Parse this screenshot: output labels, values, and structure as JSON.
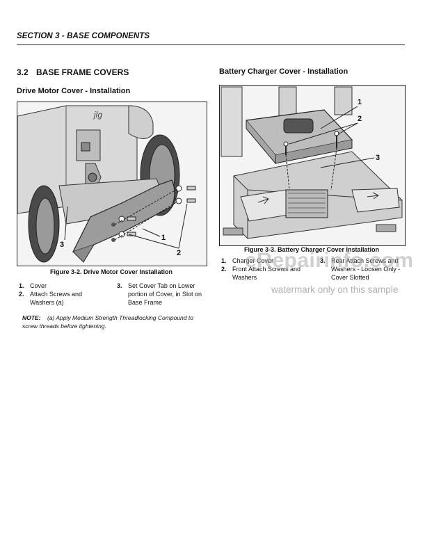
{
  "header": {
    "section": "SECTION 3 - BASE COMPONENTS"
  },
  "section": {
    "number": "3.2",
    "title": "BASE FRAME COVERS"
  },
  "left": {
    "subtitle": "Drive Motor Cover - Installation",
    "figure_callouts": [
      "1",
      "2",
      "3"
    ],
    "caption": "Figure 3-2.  Drive Motor Cover Installation",
    "legend": [
      {
        "num": "1.",
        "text": "Cover"
      },
      {
        "num": "2.",
        "text": "Attach Screws and Washers (a)"
      },
      {
        "num": "3.",
        "text": "Set Cover Tab on Lower portion of Cover, in Slot on Base Frame"
      }
    ],
    "note": {
      "label": "NOTE:",
      "text": "(a) Apply Medium Strength Threadlocking Compound to screw threads before tightening."
    }
  },
  "right": {
    "subtitle": "Battery Charger Cover - Installation",
    "figure_callouts": [
      "1",
      "2",
      "3"
    ],
    "caption": "Figure 3-3.  Battery Charger Cover Installation",
    "legend": [
      {
        "num": "1.",
        "text": "Charger Cover"
      },
      {
        "num": "2.",
        "text": "Front Attach Screws and Washers"
      },
      {
        "num": "3.",
        "text": "Rear Attach Screws and Washers - Loosen Only - Cover Slotted"
      }
    ]
  },
  "watermark": {
    "line1": "eRepairinfo.com",
    "line2": "watermark only on this sample"
  },
  "icons": [
    "drive-motor-cover-drawing",
    "battery-charger-cover-drawing"
  ]
}
